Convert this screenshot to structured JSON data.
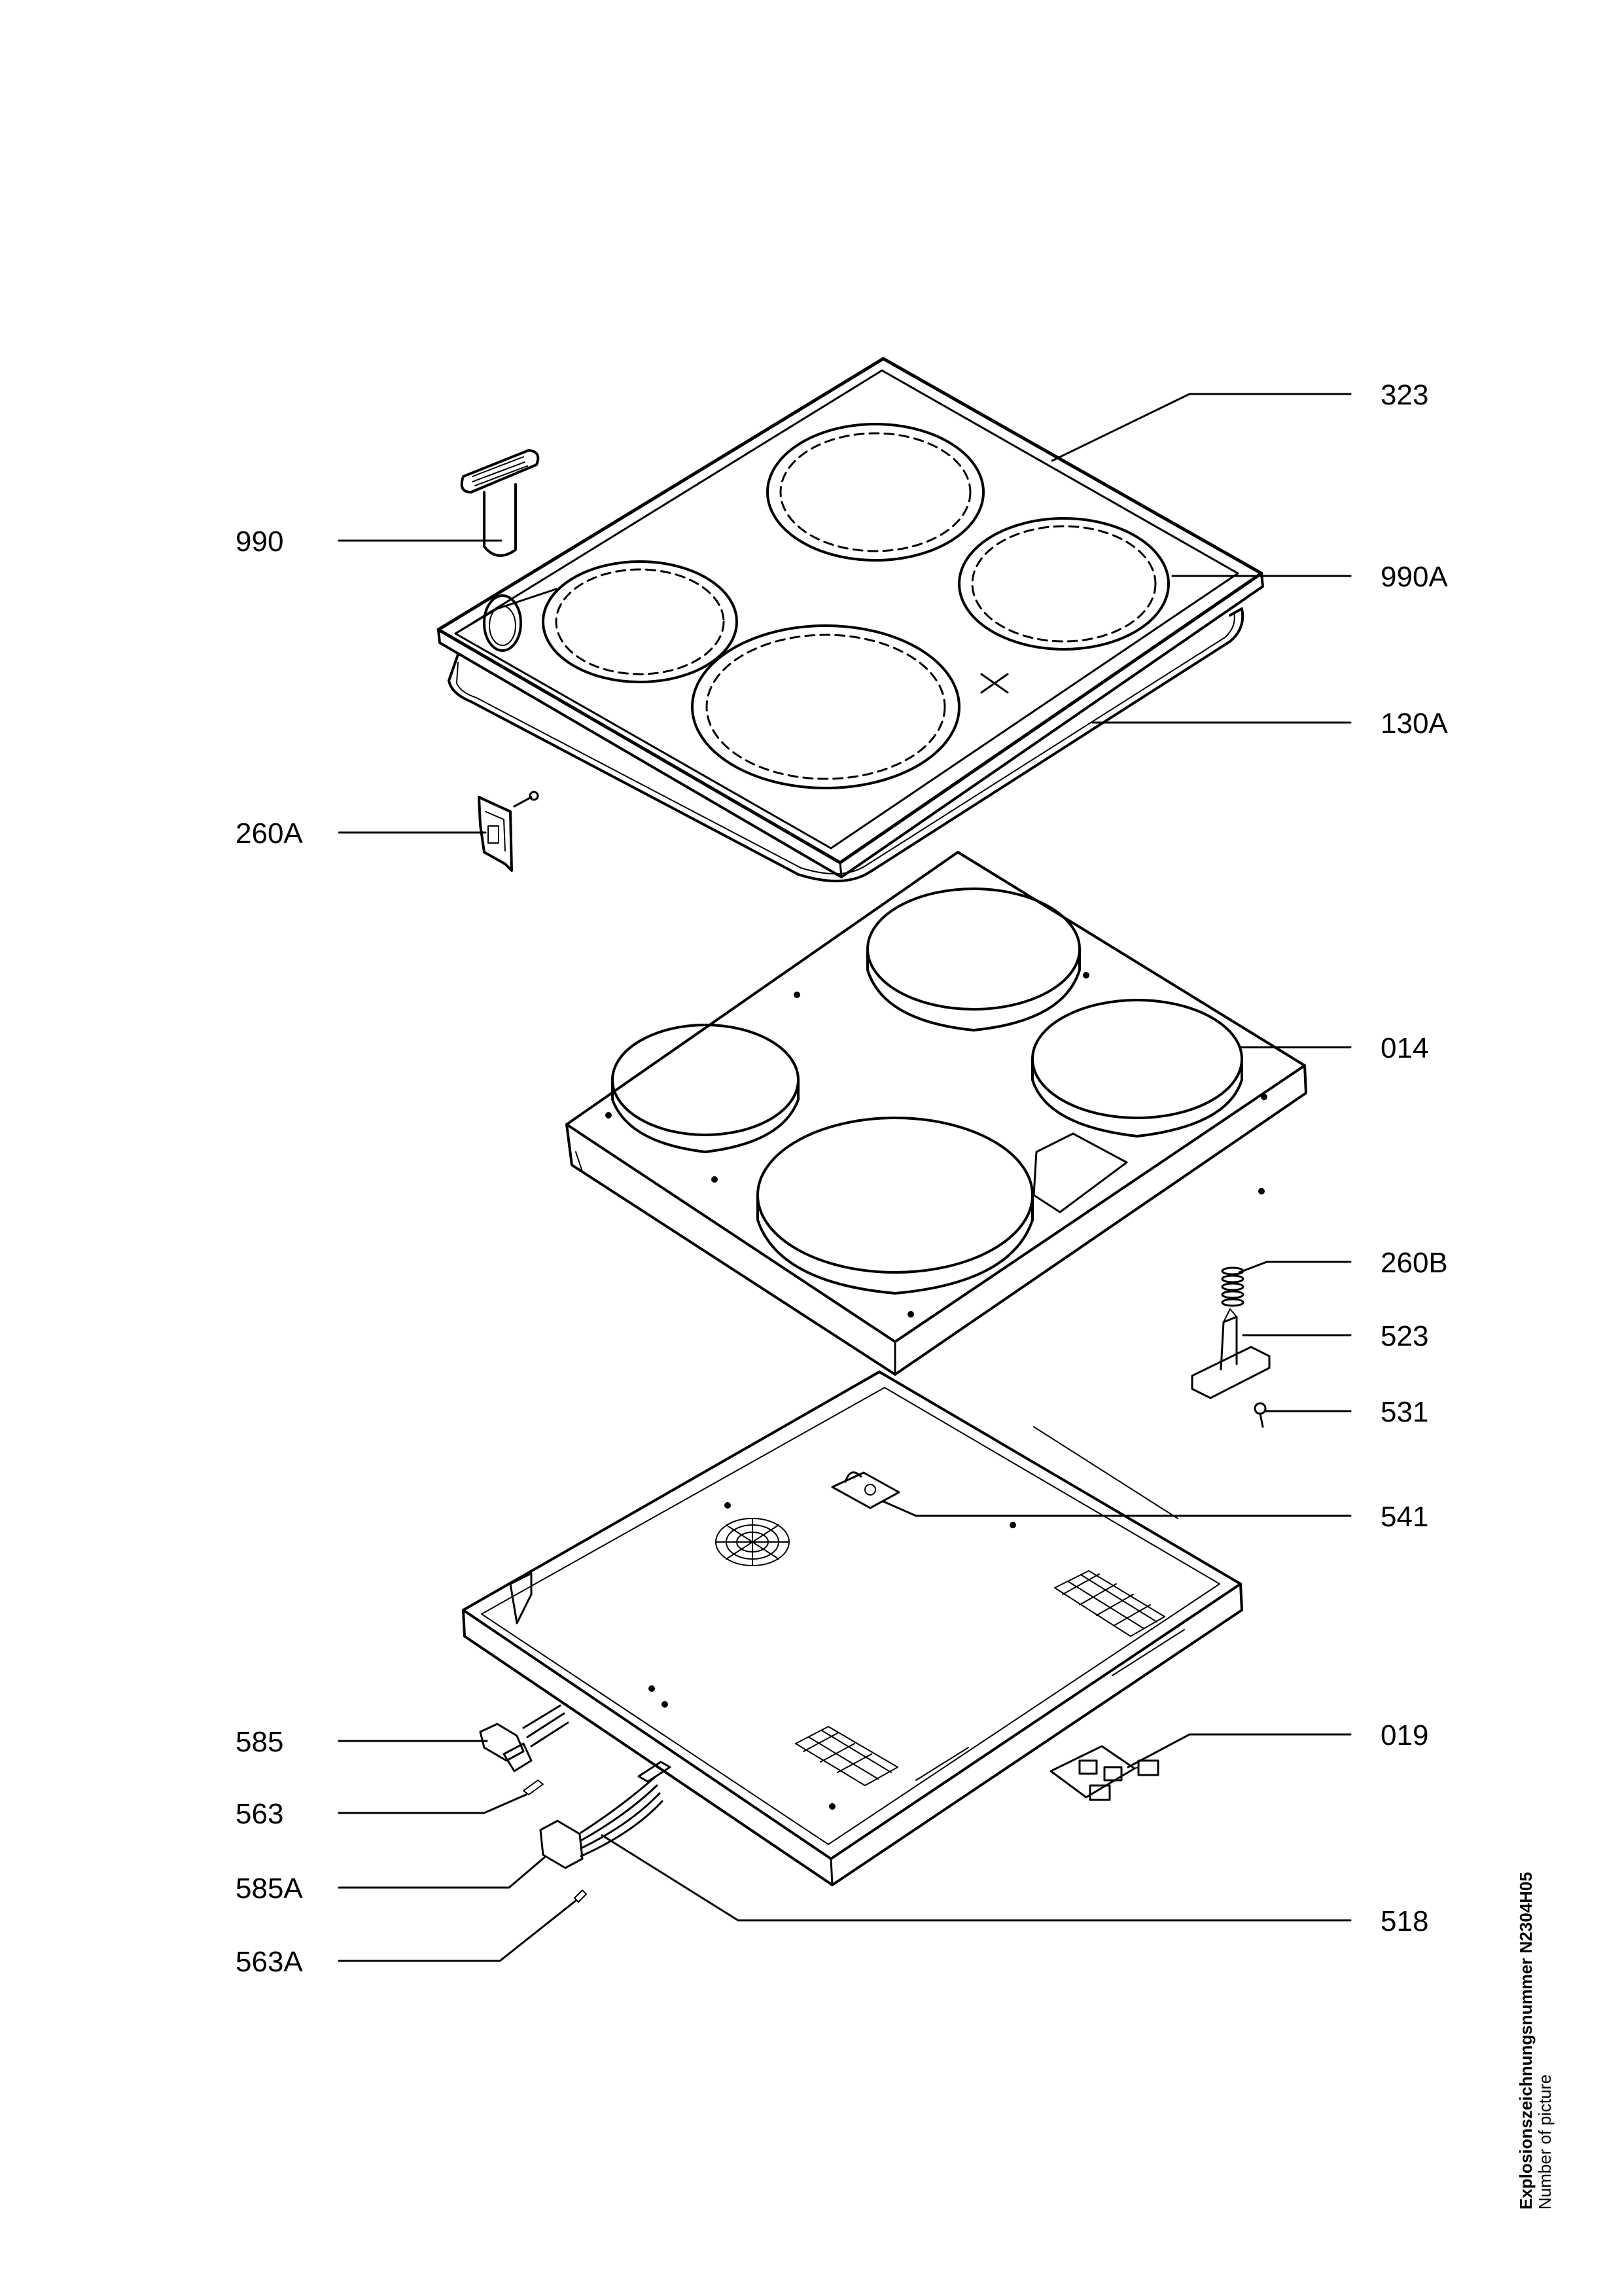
{
  "part_labels": {
    "p323": "323",
    "p990": "990",
    "p990A": "990A",
    "p130A": "130A",
    "p260A": "260A",
    "p014": "014",
    "p260B": "260B",
    "p523": "523",
    "p531": "531",
    "p541": "541",
    "p585": "585",
    "p019": "019",
    "p563": "563",
    "p585A": "585A",
    "p518": "518",
    "p563A": "563A"
  },
  "footer": {
    "picture_number": "Explosionszeichnungsnummer N2304H05",
    "picture_caption": "Number of picture"
  }
}
